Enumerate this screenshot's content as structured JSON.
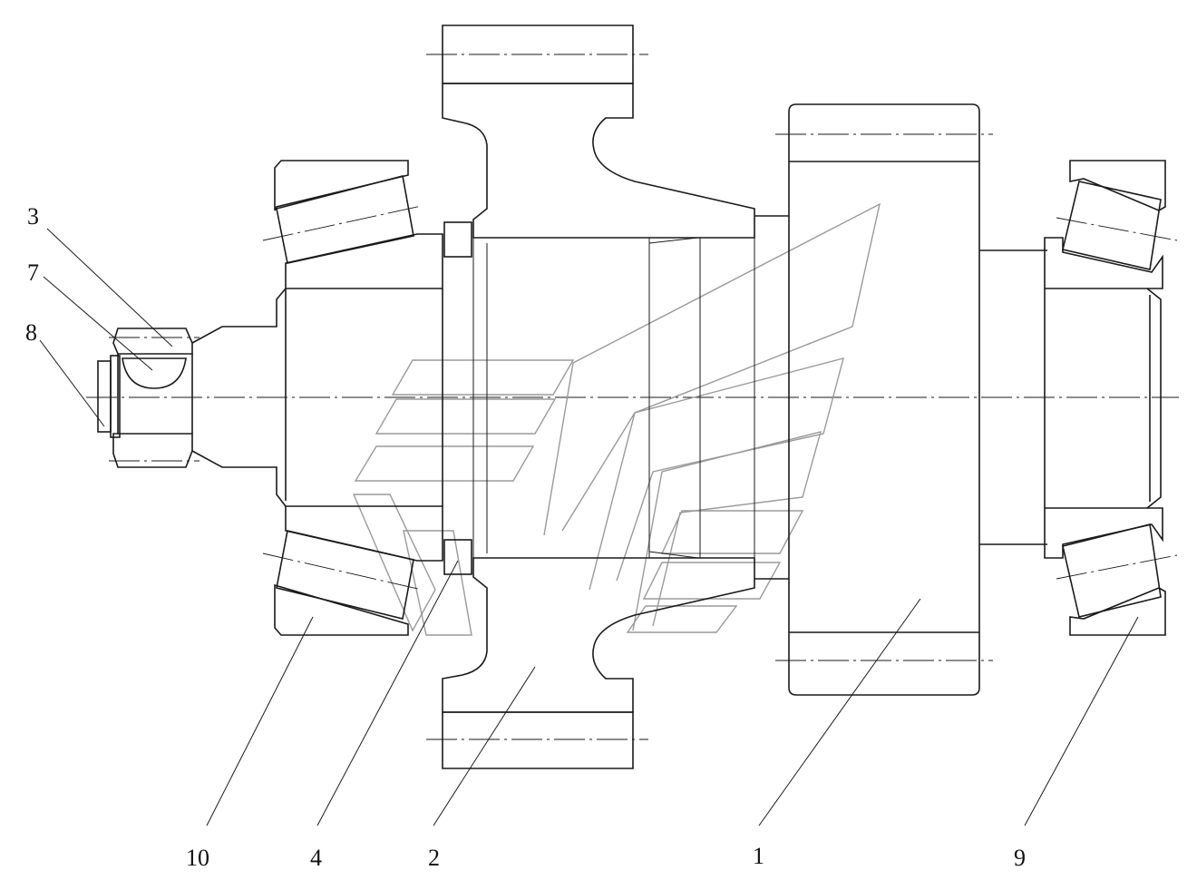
{
  "drawing": {
    "callouts": [
      {
        "id": "c3",
        "label": "3"
      },
      {
        "id": "c7",
        "label": "7"
      },
      {
        "id": "c8",
        "label": "8"
      },
      {
        "id": "c10",
        "label": "10"
      },
      {
        "id": "c4",
        "label": "4"
      },
      {
        "id": "c2",
        "label": "2"
      },
      {
        "id": "c1",
        "label": "1"
      },
      {
        "id": "c9",
        "label": "9"
      }
    ]
  },
  "colors": {
    "line": "#1a1a1a",
    "watermark": "#9a9a9a",
    "background": "#ffffff"
  }
}
